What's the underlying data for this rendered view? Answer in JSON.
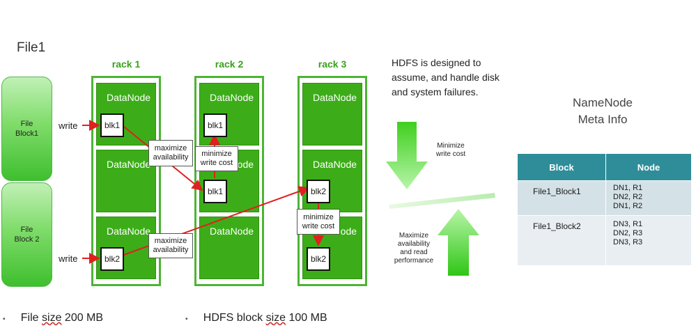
{
  "file_title": "File1",
  "file_blocks": [
    {
      "label_line1": "File",
      "label_line2": "Block1"
    },
    {
      "label_line1": "File",
      "label_line2": "Block 2"
    }
  ],
  "racks": [
    {
      "title": "rack 1"
    },
    {
      "title": "rack 2"
    },
    {
      "title": "rack 3"
    }
  ],
  "datanode_label": "DataNode",
  "blocks": {
    "b1": "blk1",
    "b2": "blk2"
  },
  "write_label": "write",
  "callouts": {
    "maximize_line1": "maximize",
    "maximize_line2": "availability",
    "minimize_line1": "minimize",
    "minimize_line2": "write cost"
  },
  "description_lines": [
    "HDFS is designed to",
    "assume, and handle disk",
    "and system failures."
  ],
  "balance": {
    "minimize_line1": "Minimize",
    "minimize_line2": "write cost",
    "maximize_lines": [
      "Maximize",
      "availability",
      "and read",
      "performance"
    ]
  },
  "namenode": {
    "title_line1": "NameNode",
    "title_line2": "Meta Info",
    "columns": [
      "Block",
      "Node"
    ],
    "rows": [
      {
        "block": "File1_Block1",
        "nodes": [
          "DN1, R1",
          "DN2, R2",
          "DN1, R2"
        ]
      },
      {
        "block": "File1_Block2",
        "nodes": [
          "DN3, R1",
          "DN2, R3",
          "DN3, R3"
        ]
      }
    ]
  },
  "bullets": [
    {
      "prefix": "File ",
      "underlined": "size",
      "suffix": " 200 MB"
    },
    {
      "prefix": "HDFS block ",
      "underlined": "size",
      "suffix": " 100 MB"
    }
  ],
  "colors": {
    "green": "#3cad18",
    "arrow_red": "#e02020",
    "teal": "#2e8d99"
  }
}
